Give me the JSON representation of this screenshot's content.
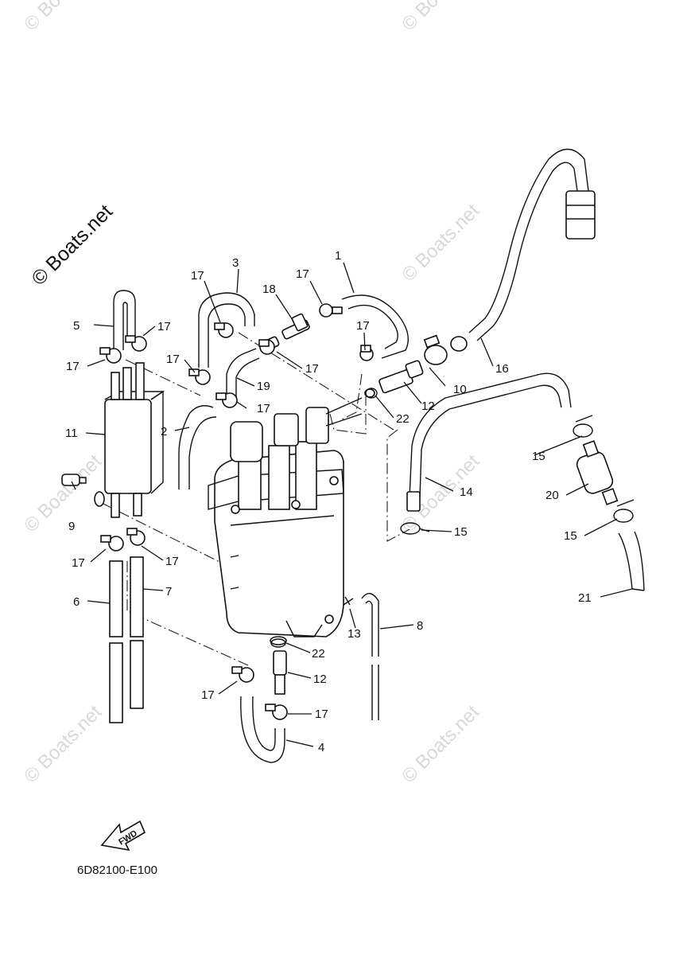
{
  "diagram": {
    "code": "6D82100-E100",
    "watermark": "© Boats.net",
    "fwd_label": "FWD",
    "callouts": [
      {
        "id": "c1",
        "label": "1"
      },
      {
        "id": "c2",
        "label": "2"
      },
      {
        "id": "c3",
        "label": "3"
      },
      {
        "id": "c4",
        "label": "4"
      },
      {
        "id": "c5",
        "label": "5"
      },
      {
        "id": "c6",
        "label": "6"
      },
      {
        "id": "c7",
        "label": "7"
      },
      {
        "id": "c8",
        "label": "8"
      },
      {
        "id": "c9",
        "label": "9"
      },
      {
        "id": "c10",
        "label": "10"
      },
      {
        "id": "c11",
        "label": "11"
      },
      {
        "id": "c12a",
        "label": "12"
      },
      {
        "id": "c12b",
        "label": "12"
      },
      {
        "id": "c13",
        "label": "13"
      },
      {
        "id": "c14",
        "label": "14"
      },
      {
        "id": "c15a",
        "label": "15"
      },
      {
        "id": "c15b",
        "label": "15"
      },
      {
        "id": "c15c",
        "label": "15"
      },
      {
        "id": "c16",
        "label": "16"
      },
      {
        "id": "c17a",
        "label": "17"
      },
      {
        "id": "c17b",
        "label": "17"
      },
      {
        "id": "c17c",
        "label": "17"
      },
      {
        "id": "c17d",
        "label": "17"
      },
      {
        "id": "c17e",
        "label": "17"
      },
      {
        "id": "c17f",
        "label": "17"
      },
      {
        "id": "c17g",
        "label": "17"
      },
      {
        "id": "c17h",
        "label": "17"
      },
      {
        "id": "c17i",
        "label": "17"
      },
      {
        "id": "c17j",
        "label": "17"
      },
      {
        "id": "c17k",
        "label": "17"
      },
      {
        "id": "c17l",
        "label": "17"
      },
      {
        "id": "c18",
        "label": "18"
      },
      {
        "id": "c19",
        "label": "19"
      },
      {
        "id": "c20",
        "label": "20"
      },
      {
        "id": "c21",
        "label": "21"
      },
      {
        "id": "c22a",
        "label": "22"
      },
      {
        "id": "c22b",
        "label": "22"
      }
    ]
  }
}
